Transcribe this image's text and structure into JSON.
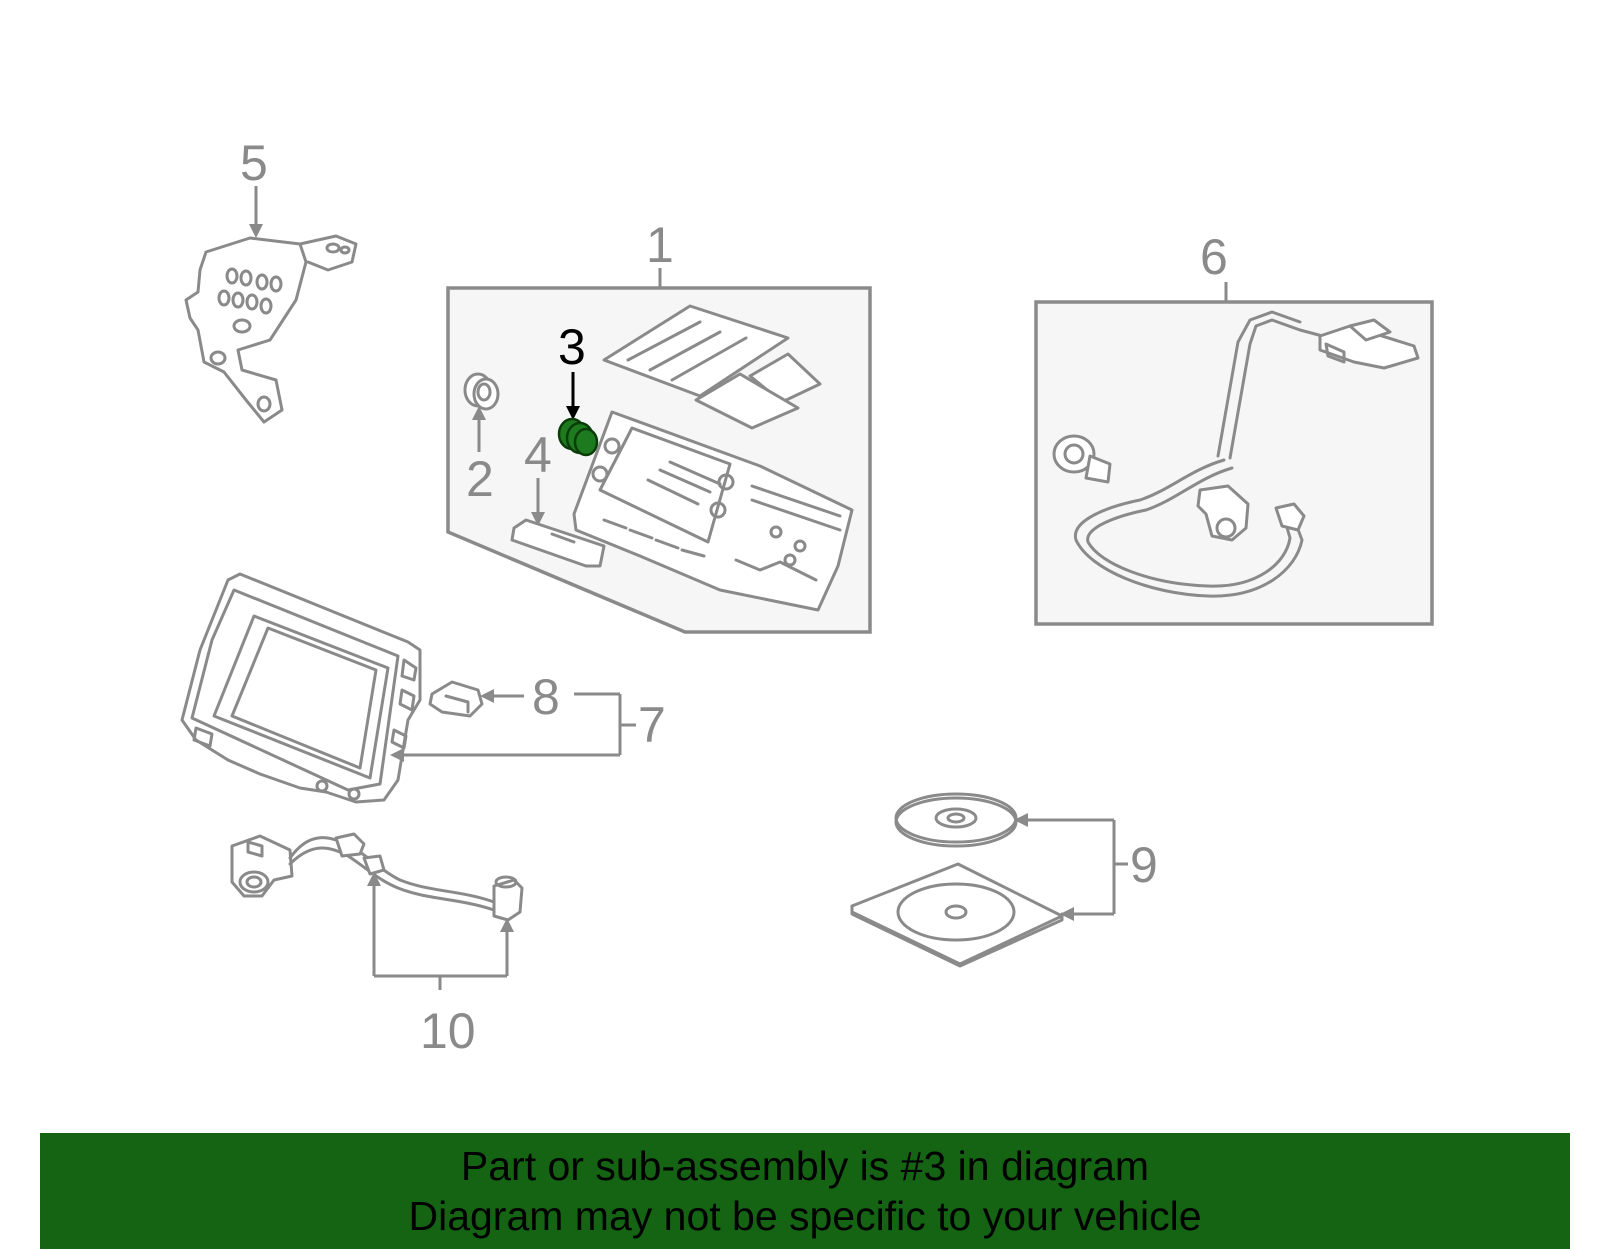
{
  "diagram": {
    "labels": {
      "p1": "1",
      "p2": "2",
      "p3": "3",
      "p4": "4",
      "p5": "5",
      "p6": "6",
      "p7": "7",
      "p8": "8",
      "p9": "9",
      "p10": "10"
    },
    "highlight_part": "3",
    "colors": {
      "linework": "#8a8a8a",
      "highlight_label": "#000000",
      "highlight_part_fill": "#1e7a1e",
      "panel_fill": "#f6f6f6",
      "footer_background": "#146414"
    }
  },
  "footer": {
    "line1": "Part or sub-assembly is #3 in diagram",
    "line2": "Diagram may not be specific to your vehicle"
  }
}
